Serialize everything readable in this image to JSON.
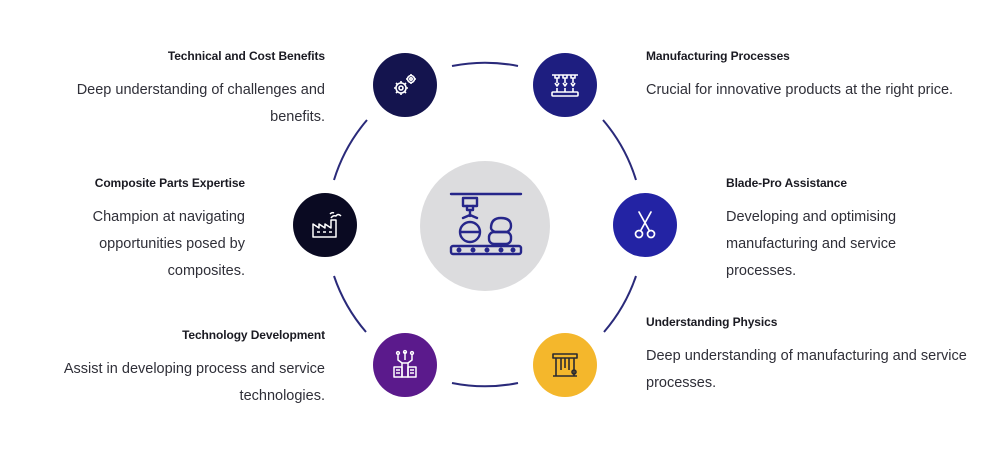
{
  "colors": {
    "ring": "#2a2a7a",
    "hub": "#dcdcde",
    "dark_navy": "#14144e",
    "navy": "#1e1e80",
    "royal_blue": "#2323a4",
    "black_navy": "#0a0a22",
    "purple": "#5b1a8c",
    "amber": "#f4b72c"
  },
  "hub": {
    "icon": "manufacturing-line-icon"
  },
  "items": [
    {
      "title": "Technical and Cost Benefits",
      "desc": "Deep understanding of challenges and benefits.",
      "icon": "gears-icon",
      "color": "#14144e"
    },
    {
      "title": "Manufacturing Processes",
      "desc": "Crucial for innovative products at the right price.",
      "icon": "assembly-line-icon",
      "color": "#1e1e80"
    },
    {
      "title": "Blade-Pro Assistance",
      "desc": "Developing and optimising manufacturing and service processes.",
      "icon": "scissors-icon",
      "color": "#2323a4"
    },
    {
      "title": "Understanding Physics",
      "desc": "Deep understanding of manufacturing and service processes.",
      "icon": "press-machine-icon",
      "color": "#f4b72c"
    },
    {
      "title": "Technology Development",
      "desc": "Assist in developing process and service technologies.",
      "icon": "circuit-building-icon",
      "color": "#5b1a8c"
    },
    {
      "title": "Composite Parts Expertise",
      "desc": "Champion at navigating opportunities posed by composites.",
      "icon": "factory-icon",
      "color": "#0a0a22"
    }
  ]
}
